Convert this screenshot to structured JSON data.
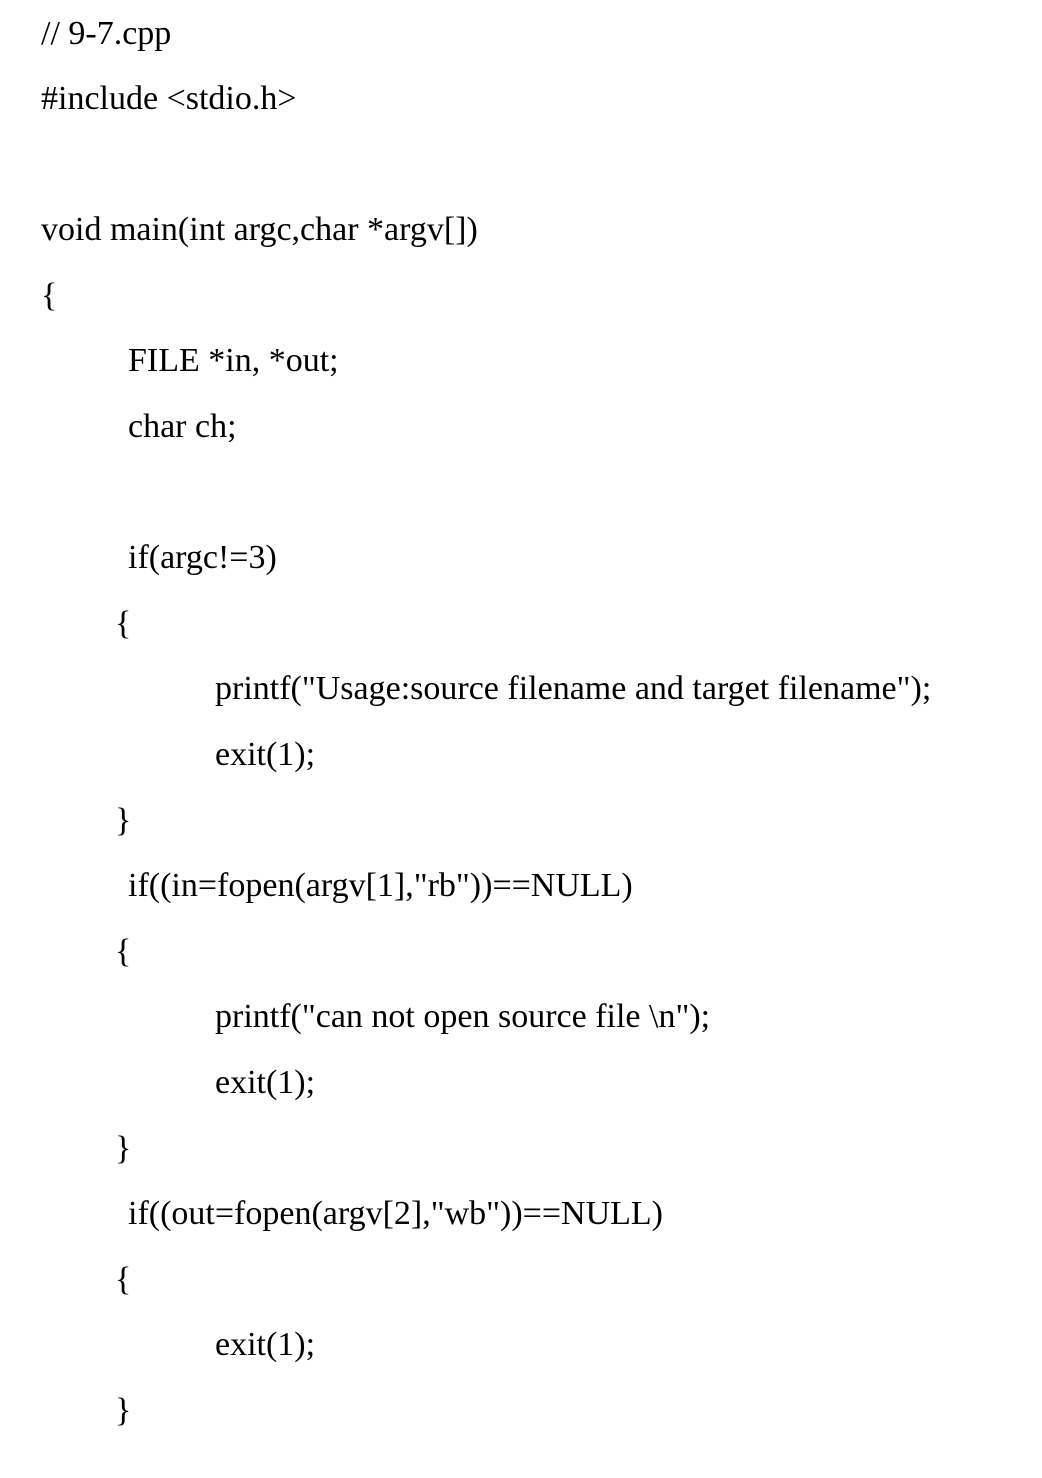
{
  "document": {
    "lines": [
      "// 9-7.cpp",
      "#include <stdio.h>",
      "void main(int argc,char *argv[])",
      "{",
      "FILE *in, *out;",
      "char ch;",
      "if(argc!=3)",
      "{",
      "printf(\"Usage:source filename and target filename\");",
      "exit(1);",
      "}",
      "if((in=fopen(argv[1],\"rb\"))==NULL)",
      "{",
      "printf(\"can not open source file \\n\");",
      "exit(1);",
      "}",
      "if((out=fopen(argv[2],\"wb\"))==NULL)",
      "{",
      "exit(1);",
      "}"
    ]
  }
}
